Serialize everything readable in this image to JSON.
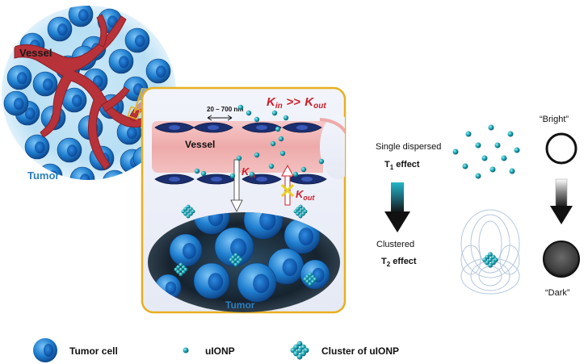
{
  "labels": {
    "vessel_outer": "Vessel",
    "tumor_outer": "Tumor",
    "scale": "20 – 700 nm",
    "kin_main": "K",
    "kin_main_sub": "in",
    "kin_relation": ">>",
    "kout_main": "K",
    "kout_main_sub": "out",
    "vessel_inner": "Vessel",
    "kin_small": "K",
    "kin_small_sub": "in",
    "kout_small": "K",
    "kout_small_sub": "out",
    "tumor_inner": "Tumor",
    "single_dispersed": "Single dispersed",
    "t1_effect_prefix": "T",
    "t1_effect_sub": "1",
    "t1_effect_suffix": " effect",
    "clustered": "Clustered",
    "t2_effect_prefix": "T",
    "t2_effect_sub": "2",
    "t2_effect_suffix": " effect",
    "bright": "“Bright”",
    "dark": "“Dark”"
  },
  "legend": {
    "tumor_cell": "Tumor cell",
    "uionp": "uIONP",
    "cluster": "Cluster of uIONP"
  },
  "colors": {
    "cell_blue": "#1f7fd0",
    "vessel_red": "#b8323a",
    "nanoparticle_teal": "#1fa7b5",
    "inset_border": "#e8b020",
    "k_label_red": "#d0202a",
    "tumor_text_blue": "#2a7fc0"
  }
}
